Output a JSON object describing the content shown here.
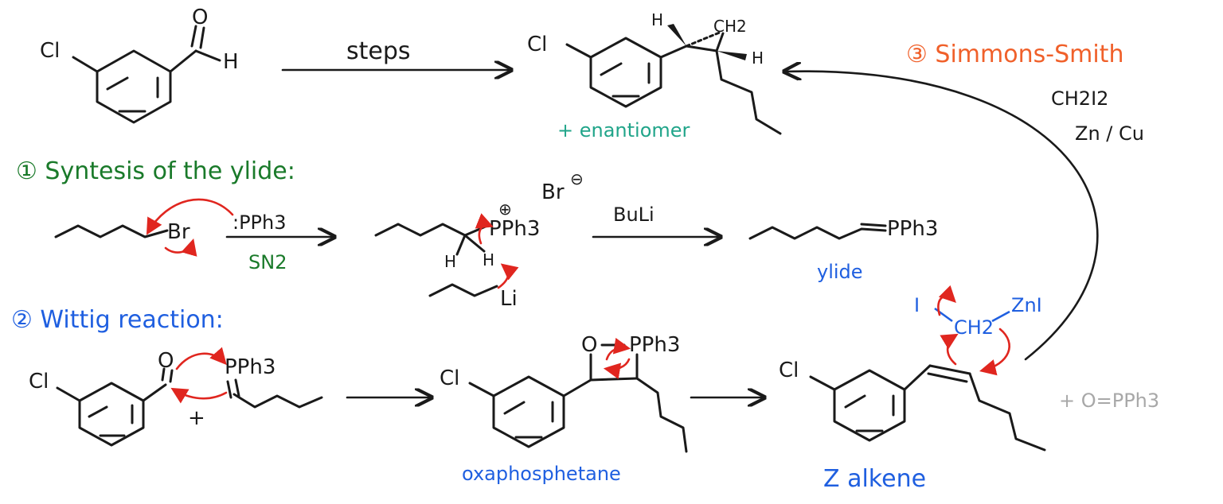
{
  "colors": {
    "ink": "#1a1a1a",
    "arrow_red": "#e0261f",
    "step1_green": "#1a7a2a",
    "step2_blue": "#1f5fe0",
    "step3_orange": "#f0602a",
    "enantiomer_teal": "#21a58a",
    "byproduct_grey": "#a8a8a8"
  },
  "atoms": {
    "cl": "Cl",
    "o": "O",
    "h": "H",
    "ch2": "CH2",
    "br": "Br",
    "pph3": "PPh3",
    "pph3_lone_pair": ":PPh3",
    "li": "Li",
    "i": "I",
    "zni": "ZnI",
    "plus": "+",
    "plus_circle": "⊕",
    "minus_circle": "⊖"
  },
  "overview": {
    "arrow_label": "steps",
    "product_note": "+ enantiomer"
  },
  "step1": {
    "heading": "① Syntesis of the ylide:",
    "reagent": ":PPh3",
    "mechanism_label": "SN2",
    "base": "BuLi",
    "product_label": "ylide"
  },
  "step2": {
    "heading": "② Wittig reaction:",
    "intermediate_label": "oxaphosphetane",
    "product_label": "Z alkene"
  },
  "step3": {
    "heading": "③ Simmons-Smith",
    "reagent_line1": "CH2I2",
    "reagent_line2": "Zn / Cu"
  },
  "byproduct": "+ O=PPh3"
}
